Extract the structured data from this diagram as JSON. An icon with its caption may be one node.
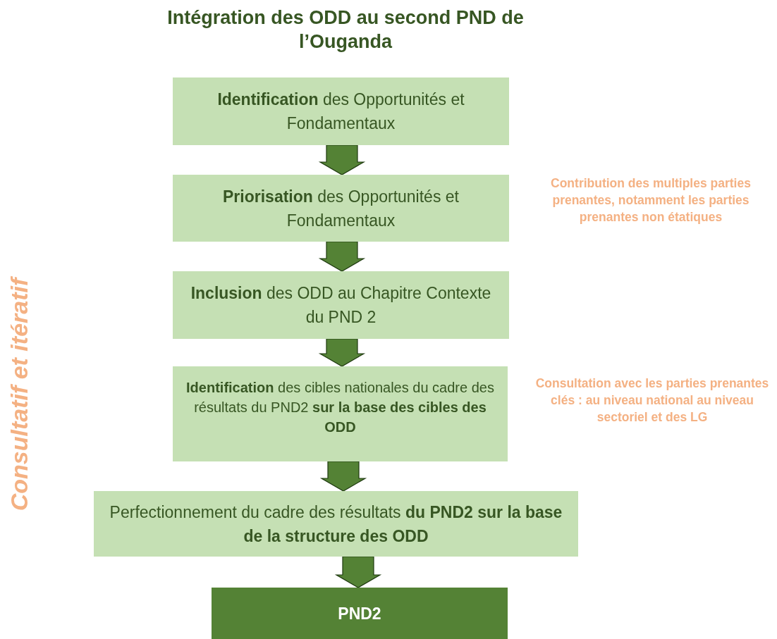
{
  "diagram": {
    "title": "Intégration des ODD au second PND de l’Ouganda",
    "nodes": [
      {
        "text": [
          "**Identification** des Opportunités et Fondamentaux"
        ]
      },
      {
        "text": [
          "**Priorisation** des Opportunités et Fondamentaux"
        ]
      },
      {
        "text": [
          "**Inclusion** des ODD au Chapitre Contexte du PND 2"
        ]
      },
      {
        "text": [
          "**Identification** des cibles nationales du cadre des résultats du PND2 **sur la base des cibles des ODD**"
        ]
      },
      {
        "text": [
          "Perfectionnement du cadre des résultats **du PND2 sur la base de la structure des ODD**"
        ]
      },
      {
        "text": [
          "PND2"
        ]
      }
    ],
    "edges": [
      {
        "from": 0,
        "to": 1,
        "arrow": "to"
      },
      {
        "from": 1,
        "to": 2,
        "arrow": "to"
      },
      {
        "from": 2,
        "to": 3,
        "arrow": "to"
      },
      {
        "from": 3,
        "to": 4,
        "arrow": "to"
      },
      {
        "from": 4,
        "to": 5,
        "arrow": "to"
      }
    ],
    "labels": [
      "Contribution des multiples parties prenantes, notamment les parties prenantes non étatiques",
      "Consultation avec les parties prenantes clés : au niveau national au niveau sectoriel et des LG",
      "Consultatif et itératif"
    ]
  }
}
